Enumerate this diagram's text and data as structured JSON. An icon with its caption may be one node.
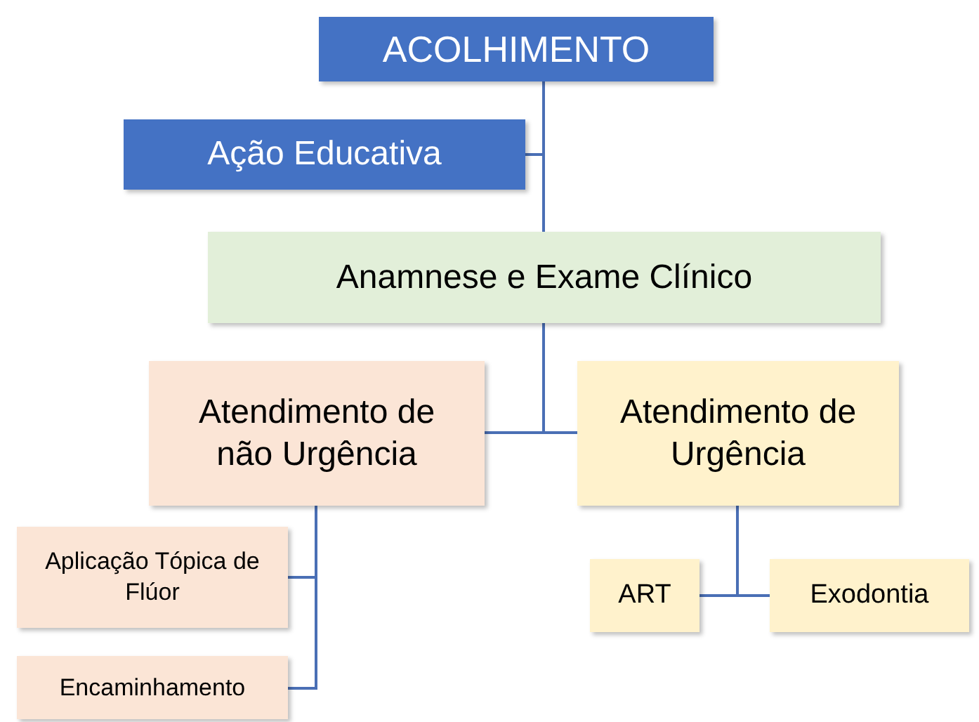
{
  "diagram": {
    "nodes": [
      {
        "text": [
          "ACOLHIMENTO"
        ]
      },
      {
        "text": [
          "Ação Educativa"
        ]
      },
      {
        "text": [
          "Anamnese e Exame Clínico"
        ]
      },
      {
        "text": [
          "Atendimento de não Urgência"
        ]
      },
      {
        "text": [
          "Atendimento de Urgência"
        ]
      },
      {
        "text": [
          "Aplicação Tópica de Flúor"
        ]
      },
      {
        "text": [
          "Encaminhamento"
        ]
      },
      {
        "text": [
          "ART"
        ]
      },
      {
        "text": [
          "Exodontia"
        ]
      }
    ],
    "edges": [
      {
        "from": 0,
        "to": 1,
        "arrow": "none"
      },
      {
        "from": 0,
        "to": 2,
        "arrow": "none"
      },
      {
        "from": 2,
        "to": 3,
        "arrow": "none"
      },
      {
        "from": 2,
        "to": 4,
        "arrow": "none"
      },
      {
        "from": 3,
        "to": 5,
        "arrow": "none"
      },
      {
        "from": 3,
        "to": 6,
        "arrow": "none"
      },
      {
        "from": 4,
        "to": 7,
        "arrow": "none"
      },
      {
        "from": 4,
        "to": 8,
        "arrow": "none"
      }
    ]
  }
}
